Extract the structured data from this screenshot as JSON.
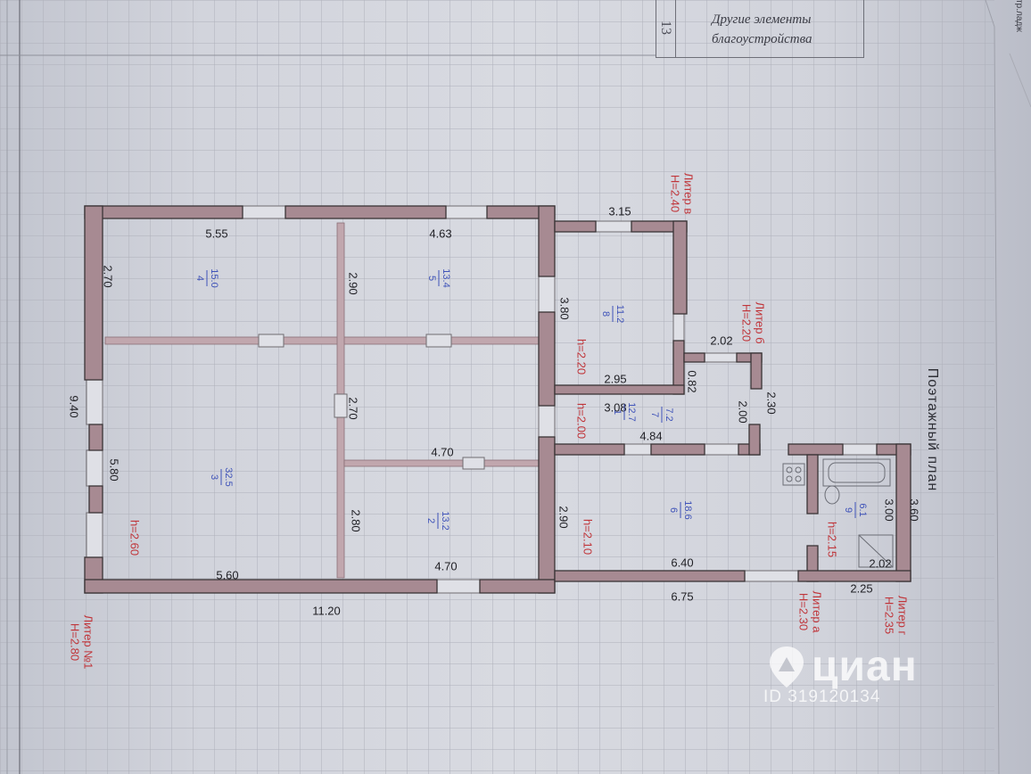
{
  "table_header": {
    "row_number": "13",
    "line1": "Другие элементы",
    "line2": "благоустройства",
    "corner_text": "...гтр.ладж"
  },
  "plan_title": "Поэтажный план",
  "liters": [
    {
      "name": "Литер №1",
      "height": "Н=2.80"
    },
    {
      "name": "Литер в",
      "height": "Н=2.40"
    },
    {
      "name": "Литер б",
      "height": "Н=2.20"
    },
    {
      "name": "Литер а",
      "height": "Н=2.30"
    },
    {
      "name": "Литер г",
      "height": "Н=2.35"
    }
  ],
  "rooms": [
    {
      "number": "1",
      "area": "12.7"
    },
    {
      "number": "2",
      "area": "13.2"
    },
    {
      "number": "3",
      "area": "32.5"
    },
    {
      "number": "4",
      "area": "15.0"
    },
    {
      "number": "5",
      "area": "13.4"
    },
    {
      "number": "6",
      "area": "18.6"
    },
    {
      "number": "7",
      "area": "7.2"
    },
    {
      "number": "8",
      "area": "11.2"
    },
    {
      "number": "9",
      "area": "6.1"
    }
  ],
  "ceiling_heights": [
    "h=2.60",
    "h=2.20",
    "h=2.00",
    "h=2.10",
    "h=2.15"
  ],
  "dimensions": {
    "d1": "5.55",
    "d2": "4.63",
    "d3": "3.15",
    "d4": "2.70",
    "d5": "2.90",
    "d6": "3.80",
    "d7": "9.40",
    "d8": "2.70",
    "d9": "2.02",
    "d10": "0.82",
    "d11": "2.95",
    "d12": "2.30",
    "d13": "2.00",
    "d14": "3.08",
    "d15": "4.84",
    "d16": "5.80",
    "d17": "4.70",
    "d18": "2.80",
    "d19": "2.90",
    "d20": "3.00",
    "d21": "3.60",
    "d22": "5.60",
    "d23": "4.70",
    "d24": "6.40",
    "d25": "2.02",
    "d26": "11.20",
    "d27": "6.75",
    "d28": "2.25"
  },
  "watermark": {
    "brand": "циан",
    "id": "ID 319120134"
  },
  "colors": {
    "wall_fill": "#a78a92",
    "wall_stroke": "#3a3436",
    "room_text": "#3e52b8",
    "liter_text": "#c0353a",
    "dimension_text": "#1f1f24"
  }
}
